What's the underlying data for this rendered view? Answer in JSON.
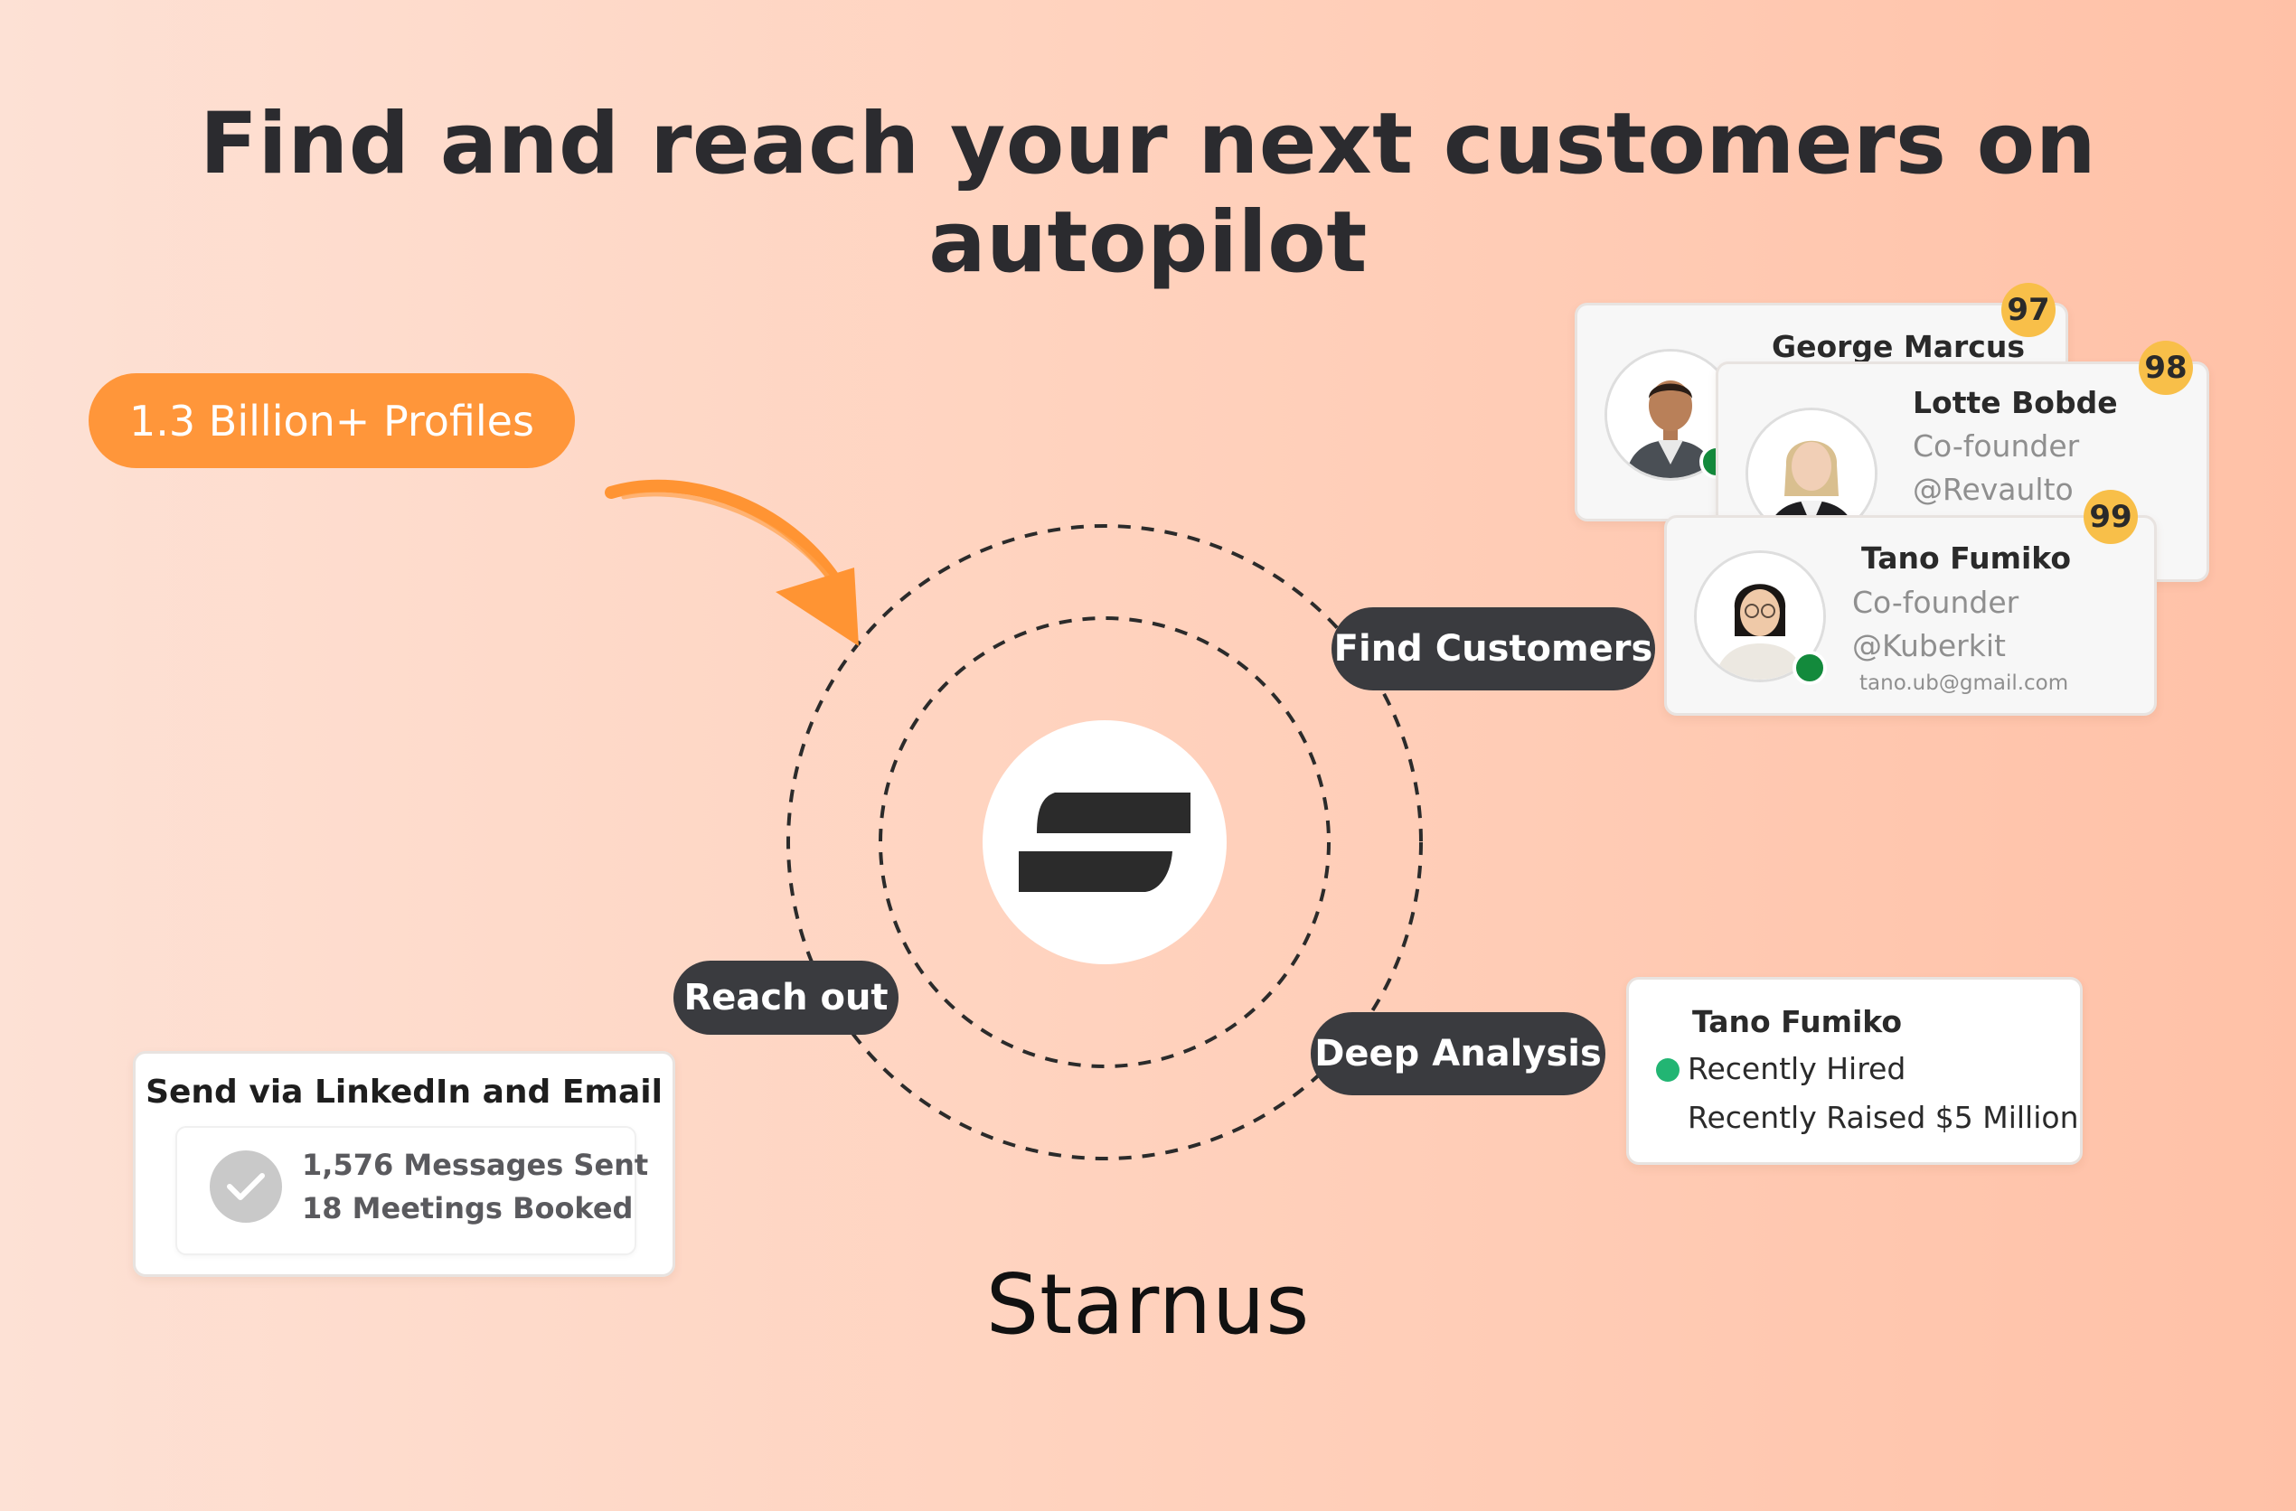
{
  "headline": "Find and reach your next customers on autopilot",
  "profiles_pill": "1.3 Billion+ Profiles",
  "pills": {
    "find_customers": "Find Customers",
    "reach_out": "Reach out",
    "deep_analysis": "Deep Analysis"
  },
  "profile_cards": [
    {
      "name": "George Marcus",
      "score": "97"
    },
    {
      "name": "Lotte Bobde",
      "role": "Co-founder",
      "company": "@Revaulto",
      "score": "98"
    },
    {
      "name": "Tano Fumiko",
      "role": "Co-founder",
      "company": "@Kuberkit",
      "email": "tano.ub@gmail.com",
      "score": "99"
    }
  ],
  "analysis_card": {
    "name": "Tano Fumiko",
    "signals": [
      "Recently Hired",
      "Recently Raised $5 Million"
    ]
  },
  "send_card": {
    "title": "Send via LinkedIn and Email",
    "messages_sent": "1,576 Messages Sent",
    "meetings_booked": "18 Meetings Booked"
  },
  "brand": "Starnus",
  "colors": {
    "accent_orange": "#ff963a",
    "pill_dark": "#3a3b3f",
    "score_yellow": "#f8bf49",
    "status_green": "#138a3c"
  }
}
